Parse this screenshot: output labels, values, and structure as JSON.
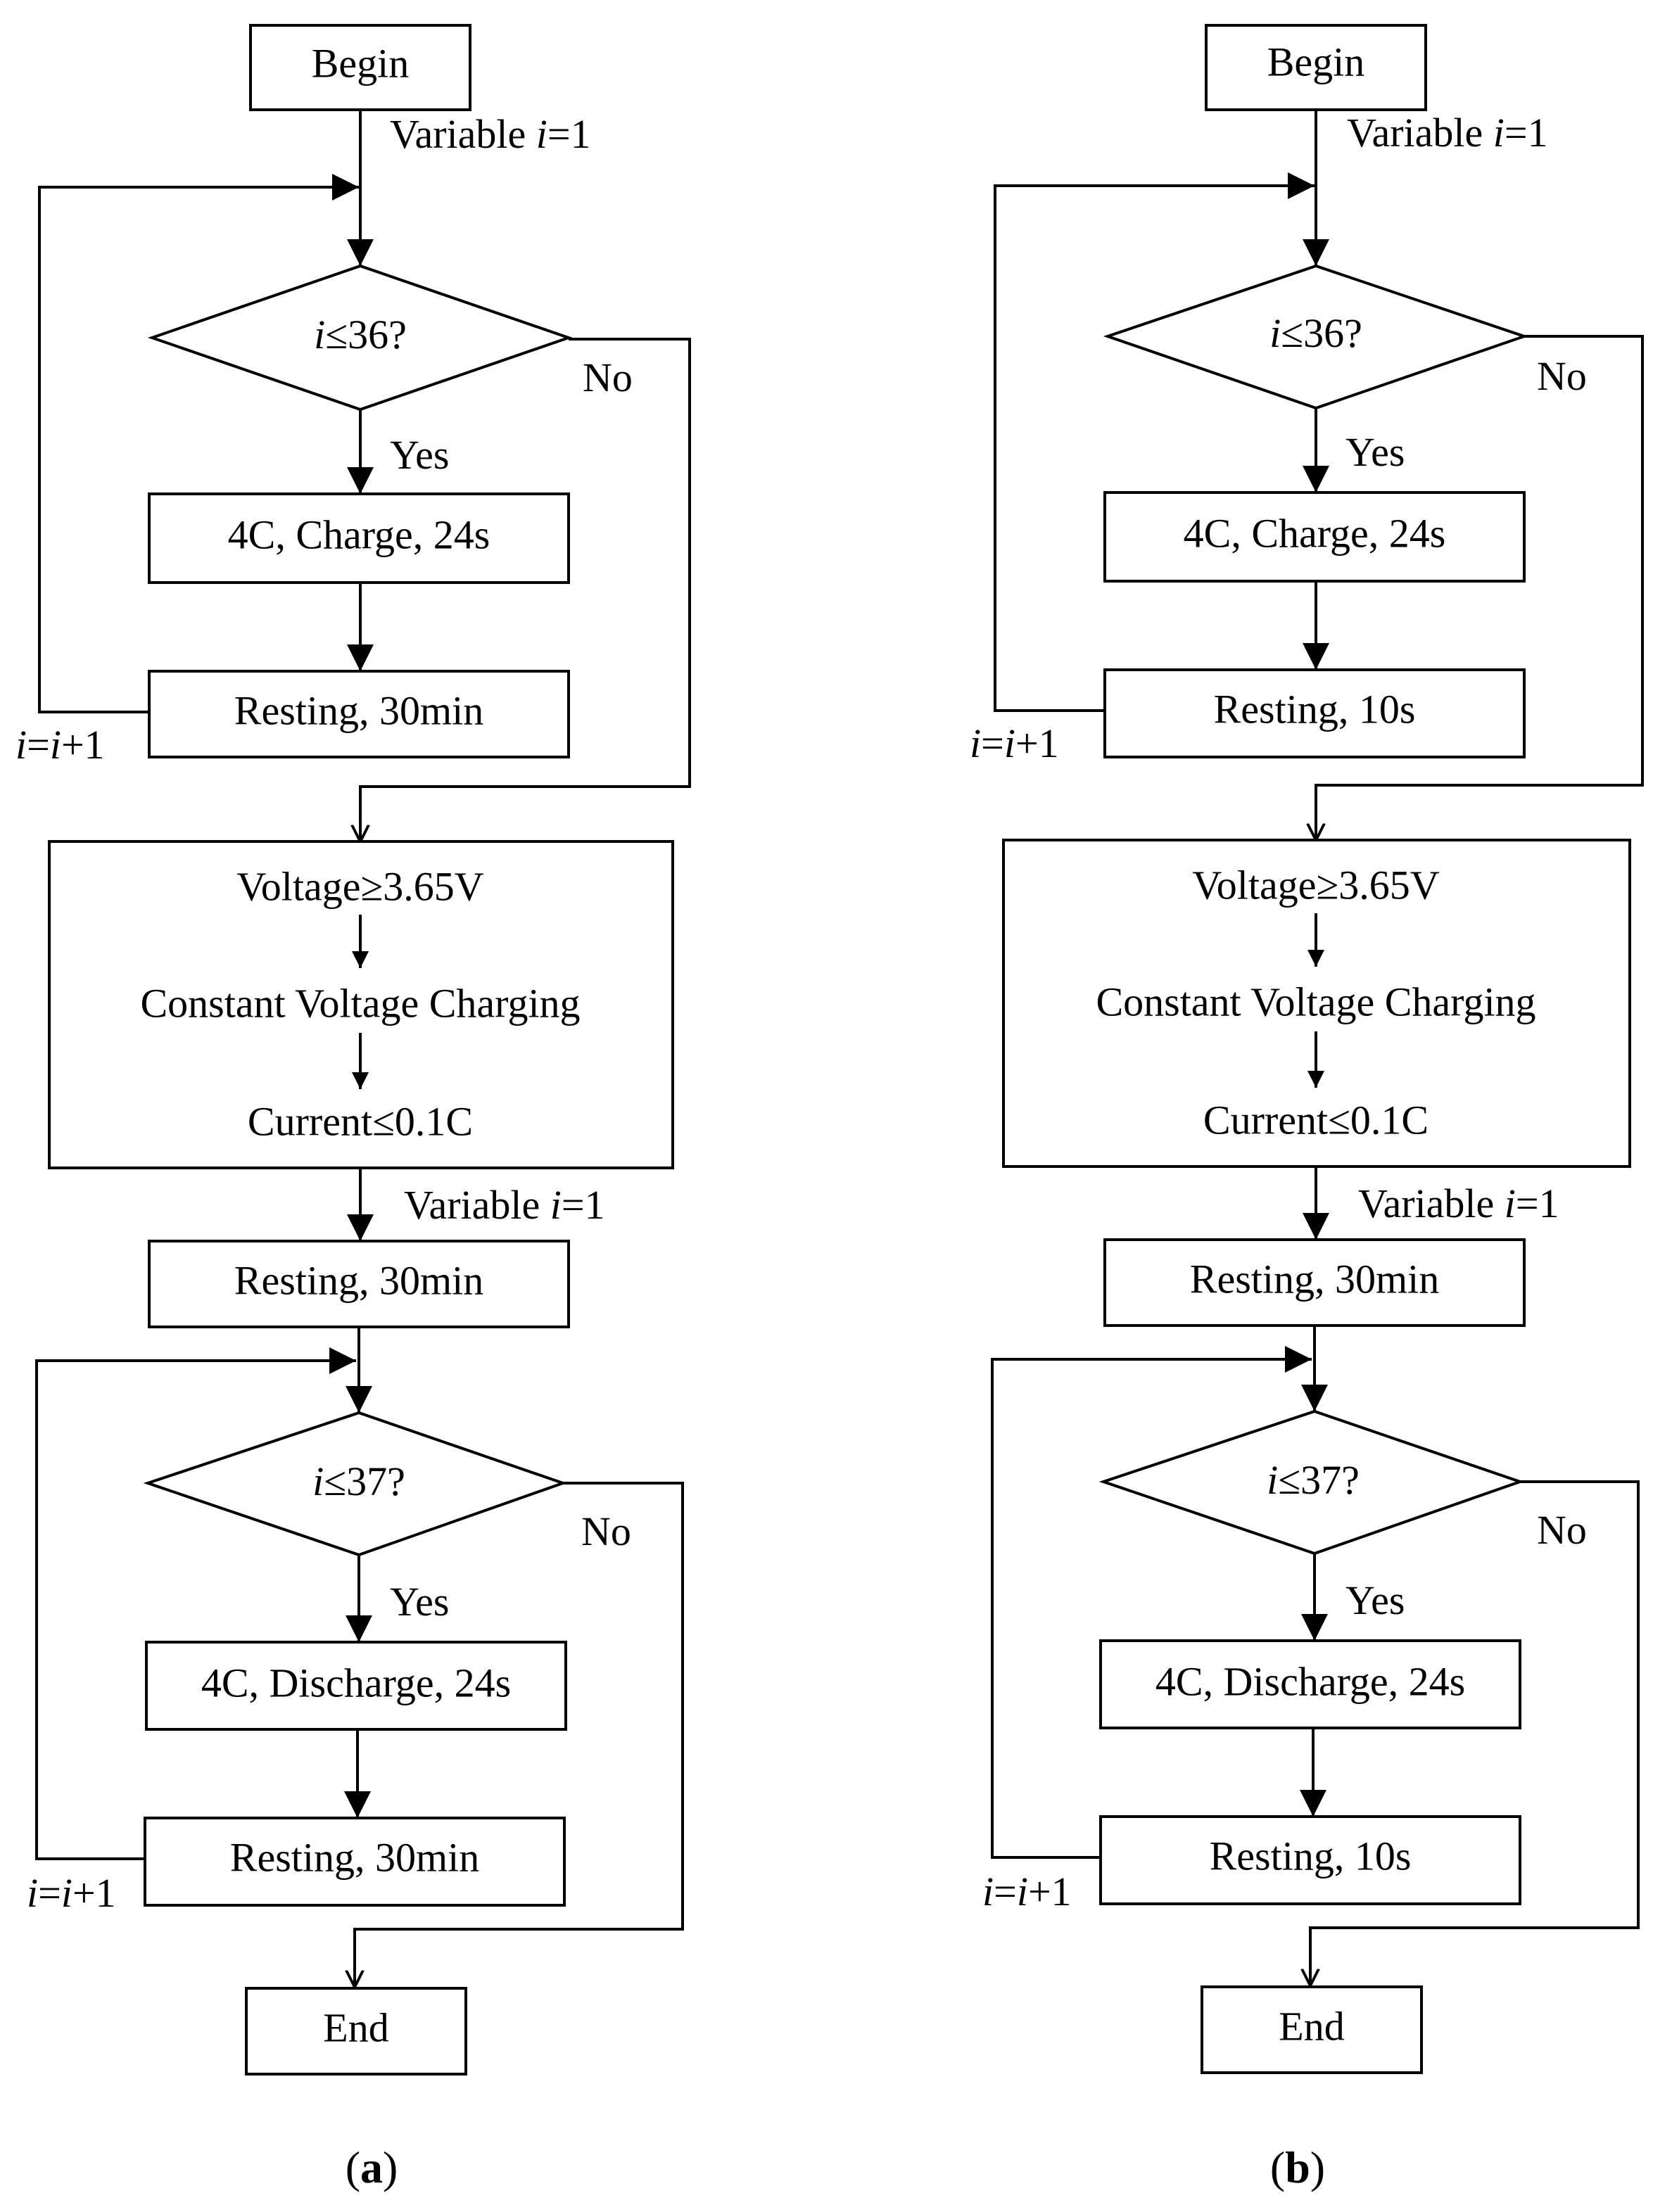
{
  "panels": [
    {
      "caption_open": "(",
      "caption_letter": "a",
      "caption_close": ")",
      "begin": "Begin",
      "init1": {
        "pre": "Variable ",
        "var": "i",
        "post": "=1"
      },
      "cond1": {
        "var": "i",
        "post": "≤36?"
      },
      "yes1": "Yes",
      "no1": "No",
      "charge": "4C, Charge, 24s",
      "rest1": "Resting, 30min",
      "incr1": {
        "a": "i",
        "eq": "=",
        "b": "i",
        "post": "+1"
      },
      "cv": {
        "line1": "Voltage≥3.65V",
        "line2": "Constant Voltage Charging",
        "line3": "Current≤0.1C"
      },
      "init2": {
        "pre": "Variable ",
        "var": "i",
        "post": "=1"
      },
      "rest_mid": "Resting, 30min",
      "cond2": {
        "var": "i",
        "post": "≤37?"
      },
      "yes2": "Yes",
      "no2": "No",
      "discharge": "4C, Discharge, 24s",
      "rest2": "Resting, 30min",
      "incr2": {
        "a": "i",
        "eq": "=",
        "b": "i",
        "post": "+1"
      },
      "end": "End"
    },
    {
      "caption_open": "(",
      "caption_letter": "b",
      "caption_close": ")",
      "begin": "Begin",
      "init1": {
        "pre": "Variable ",
        "var": "i",
        "post": "=1"
      },
      "cond1": {
        "var": "i",
        "post": "≤36?"
      },
      "yes1": "Yes",
      "no1": "No",
      "charge": "4C, Charge, 24s",
      "rest1": "Resting, 10s",
      "incr1": {
        "a": "i",
        "eq": "=",
        "b": "i",
        "post": "+1"
      },
      "cv": {
        "line1": "Voltage≥3.65V",
        "line2": "Constant Voltage Charging",
        "line3": "Current≤0.1C"
      },
      "init2": {
        "pre": "Variable ",
        "var": "i",
        "post": "=1"
      },
      "rest_mid": "Resting, 30min",
      "cond2": {
        "var": "i",
        "post": "≤37?"
      },
      "yes2": "Yes",
      "no2": "No",
      "discharge": "4C, Discharge, 24s",
      "rest2": "Resting, 10s",
      "incr2": {
        "a": "i",
        "eq": "=",
        "b": "i",
        "post": "+1"
      },
      "end": "End"
    }
  ]
}
